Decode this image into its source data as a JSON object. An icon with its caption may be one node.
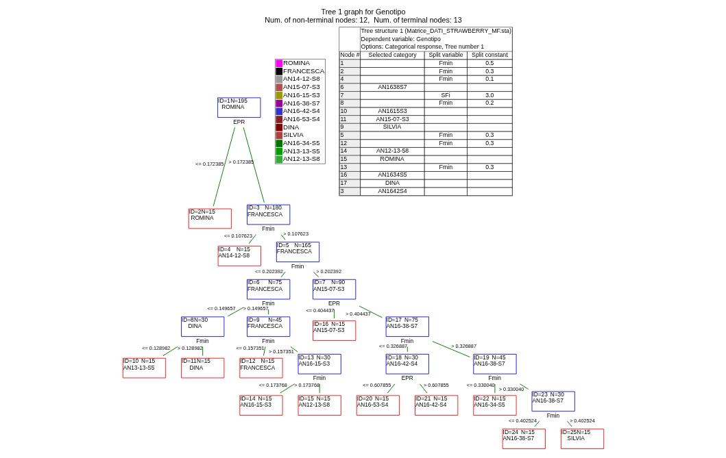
{
  "diagram": {
    "title": "Tree 1 graph for Genotipo",
    "caption": "Num. of non-terminal nodes: 12,  Num. of terminal nodes: 13",
    "nodes": [
      {
        "text": [
          "ID=1",
          "N=195",
          "ROMINA"
        ],
        "beside": [
          "EPR"
        ]
      },
      {
        "text": [
          "ID=2",
          "N=15",
          "ROMINA"
        ]
      },
      {
        "text": [
          "ID=3",
          "N=180",
          "FRANCESCA"
        ],
        "beside": [
          "Fmin"
        ]
      },
      {
        "text": [
          "ID=4",
          "N=15",
          "AN14-12-S8"
        ]
      },
      {
        "text": [
          "ID=5",
          "N=165",
          "FRANCESCA"
        ],
        "beside": [
          "Fmin"
        ]
      },
      {
        "text": [
          "ID=6",
          "N=75",
          "FRANCESCA"
        ],
        "beside": [
          "Fmin"
        ]
      },
      {
        "text": [
          "ID=7",
          "N=90",
          "AN15-07-S3"
        ],
        "beside": [
          "EPR"
        ]
      },
      {
        "text": [
          "ID=8",
          "N=30",
          "DINA"
        ],
        "beside": [
          "Fmin"
        ]
      },
      {
        "text": [
          "ID=9",
          "N=45",
          "FRANCESCA"
        ],
        "beside": [
          "Fmin"
        ]
      },
      {
        "text": [
          "ID=16",
          "N=15",
          "AN15-07-S3"
        ]
      },
      {
        "text": [
          "ID=17",
          "N=75",
          "AN16-38-S7"
        ],
        "beside": [
          "Fmin"
        ]
      },
      {
        "text": [
          "ID=10",
          "N=15",
          "AN13-13-S5"
        ]
      },
      {
        "text": [
          "ID=11",
          "N=15",
          "DINA"
        ]
      },
      {
        "text": [
          "ID=12",
          "N=15",
          "FRANCESCA"
        ]
      },
      {
        "text": [
          "ID=13",
          "N=30",
          "AN16-15-S3"
        ],
        "beside": [
          "Fmin"
        ]
      },
      {
        "text": [
          "ID=18",
          "N=30",
          "AN16-42-S4"
        ],
        "beside": [
          "EPR"
        ]
      },
      {
        "text": [
          "ID=19",
          "N=45",
          "AN16-38-S7"
        ],
        "beside": [
          "Fmin"
        ]
      },
      {
        "text": [
          "ID=14",
          "N=15",
          "AN16-15-S3"
        ]
      },
      {
        "text": [
          "ID=15",
          "N=15",
          "AN12-13-S8"
        ]
      },
      {
        "text": [
          "ID=20",
          "N=15",
          "AN16-53-S4"
        ]
      },
      {
        "text": [
          "ID=21",
          "N=15",
          "AN16-42-S4"
        ]
      },
      {
        "text": [
          "ID=22",
          "N=15",
          "AN16-34-S5"
        ]
      },
      {
        "text": [
          "ID=23",
          "N=30",
          "AN16-38-S7"
        ],
        "beside": [
          "Fmin"
        ]
      },
      {
        "text": [
          "ID=24",
          "N=15",
          "AN16-38-S7"
        ]
      },
      {
        "text": [
          "ID=25",
          "N=15",
          "SILVIA"
        ]
      }
    ],
    "edges": [
      {
        "from": 0,
        "to": 1,
        "arrow": "none",
        "label": "<= 0.172385"
      },
      {
        "from": 0,
        "to": 2,
        "arrow": "none",
        "label": "> 0.172385"
      },
      {
        "from": 2,
        "to": 3,
        "arrow": "none",
        "label": "<= 0.107623"
      },
      {
        "from": 2,
        "to": 4,
        "arrow": "none",
        "label": "> 0.107623"
      },
      {
        "from": 4,
        "to": 5,
        "arrow": "none",
        "label": "<= 0.202392"
      },
      {
        "from": 4,
        "to": 6,
        "arrow": "none",
        "label": "> 0.202392"
      },
      {
        "from": 5,
        "to": 7,
        "arrow": "none",
        "label": "<= 0.149657"
      },
      {
        "from": 5,
        "to": 8,
        "arrow": "none",
        "label": "> 0.149657"
      },
      {
        "from": 6,
        "to": 9,
        "arrow": "none",
        "label": "<= 0.404437"
      },
      {
        "from": 6,
        "to": 10,
        "arrow": "none",
        "label": "> 0.404437"
      },
      {
        "from": 7,
        "to": 11,
        "arrow": "none",
        "label": "<= 0.128982"
      },
      {
        "from": 7,
        "to": 12,
        "arrow": "none",
        "label": "> 0.128982"
      },
      {
        "from": 8,
        "to": 13,
        "arrow": "none",
        "label": "<= 0.157351"
      },
      {
        "from": 8,
        "to": 14,
        "arrow": "none",
        "label": "> 0.157351"
      },
      {
        "from": 10,
        "to": 15,
        "arrow": "none",
        "label": "<= 0.326887"
      },
      {
        "from": 10,
        "to": 16,
        "arrow": "none",
        "label": "> 0.326887"
      },
      {
        "from": 14,
        "to": 17,
        "arrow": "none",
        "label": "<= 0.173768"
      },
      {
        "from": 14,
        "to": 18,
        "arrow": "none",
        "label": "> 0.173768"
      },
      {
        "from": 15,
        "to": 19,
        "arrow": "none",
        "label": "<= 0.607855"
      },
      {
        "from": 15,
        "to": 20,
        "arrow": "none",
        "label": "> 0.607855"
      },
      {
        "from": 16,
        "to": 21,
        "arrow": "none",
        "label": "<= 0.330040"
      },
      {
        "from": 16,
        "to": 22,
        "arrow": "none",
        "label": "> 0.330040"
      },
      {
        "from": 22,
        "to": 23,
        "arrow": "none",
        "label": "<= 0.402524"
      },
      {
        "from": 22,
        "to": 24,
        "arrow": "none",
        "label": "> 0.402524"
      }
    ],
    "labels": [
      "Tree structure 1 (Matrice_DATI_STRAWBERRY_MF.sta)",
      "Dependent variable: Genotipo",
      "Options: Categorical response, Tree number 1",
      "Node #",
      "Selected category",
      "Split variable",
      "Split constant",
      "1",
      "Fmin",
      "0.5",
      "2",
      "Fmin",
      "0.3",
      "4",
      "Fmin",
      "0.1",
      "6",
      "AN1638S7",
      "7",
      "SFi",
      "3.0",
      "8",
      "Fmin",
      "0.2",
      "10",
      "AN1615S3",
      "11",
      "AN15-07-S3",
      "9",
      "SILVIA",
      "5",
      "Fmin",
      "0.3",
      "12",
      "Fmin",
      "0.3",
      "14",
      "AN12-13-58",
      "15",
      "ROMINA",
      "13",
      "Fmin",
      "0.3",
      "16",
      "AN1634S5",
      "17",
      "DINA",
      "3",
      "AN1642S4"
    ],
    "legend": [
      {
        "text": "ROMINA"
      },
      {
        "text": "FRANCESCA"
      },
      {
        "text": "AN14-12-S8"
      },
      {
        "text": "AN15-07-S3"
      },
      {
        "text": "AN16-15-S3"
      },
      {
        "text": "AN16-38-S7"
      },
      {
        "text": "AN16-42-S4"
      },
      {
        "text": "AN16-53-S4"
      },
      {
        "text": "DINA"
      },
      {
        "text": "SILVIA"
      },
      {
        "text": "AN16-34-S5"
      },
      {
        "text": "AN13-13-S5"
      },
      {
        "text": "AN12-13-S8"
      }
    ]
  }
}
